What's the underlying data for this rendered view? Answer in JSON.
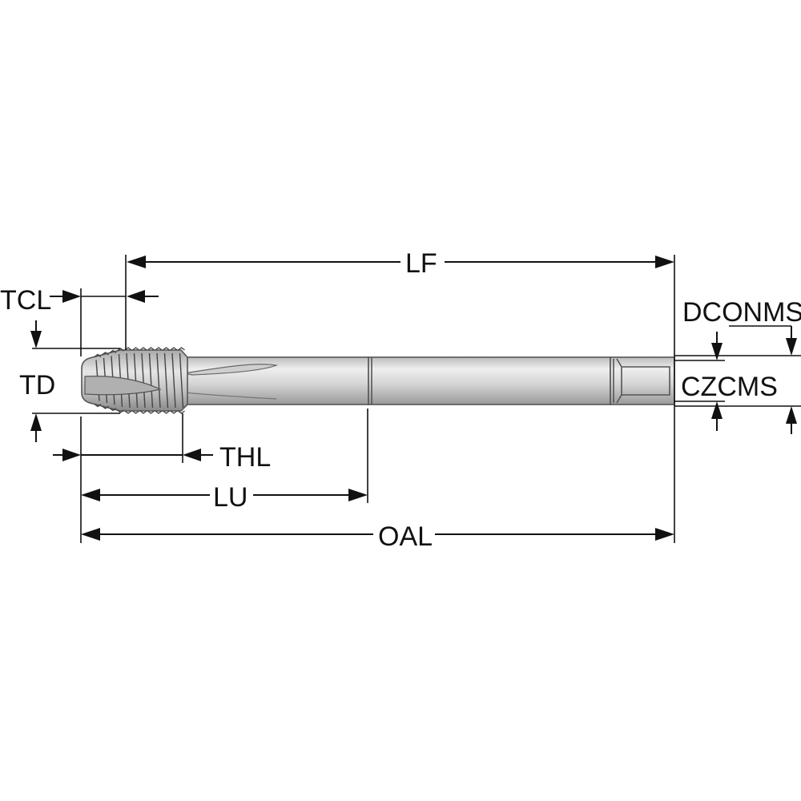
{
  "diagram": {
    "labels": {
      "lf": "LF",
      "tcl": "TCL",
      "td": "TD",
      "dconms": "DCONMS",
      "czcms": "CZCMS",
      "thl": "THL",
      "lu": "LU",
      "oal": "OAL"
    }
  }
}
